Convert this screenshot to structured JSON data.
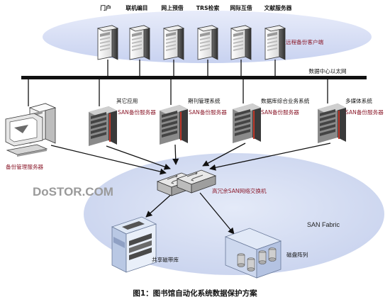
{
  "remote_clients": {
    "labels": [
      "门户",
      "联机编目",
      "网上预借",
      "TRS检索",
      "网际互借",
      "文献服务器"
    ],
    "group_label": "远程备份客户端"
  },
  "network": {
    "backbone_label": "数据中心以太网"
  },
  "san_servers": [
    {
      "role": "其它应用",
      "tag": "SAN备份服务器"
    },
    {
      "role": "期刊管理系统",
      "tag": "SAN备份服务器"
    },
    {
      "role": "数据库综合业务系统",
      "tag": "SAN备份服务器"
    },
    {
      "role": "多媒体系统",
      "tag": "SAN备份服务器"
    }
  ],
  "backup_manager": {
    "label": "备份管理服务器"
  },
  "switch": {
    "label": "高冗余SAN网络交换机"
  },
  "san_fabric": {
    "label": "SAN Fabric"
  },
  "storage": {
    "tape_label": "共享磁带库",
    "disk_label": "磁盘阵列"
  },
  "watermark": {
    "text": "DoSTOR.COM"
  },
  "caption": {
    "text": "图1：图书馆自动化系统数据保护方案"
  },
  "colors": {
    "cloud_fill": "#d4dcf4",
    "label_red": "#8b1a2b",
    "server_fill": "#f2f2f2",
    "line": "#111111"
  }
}
